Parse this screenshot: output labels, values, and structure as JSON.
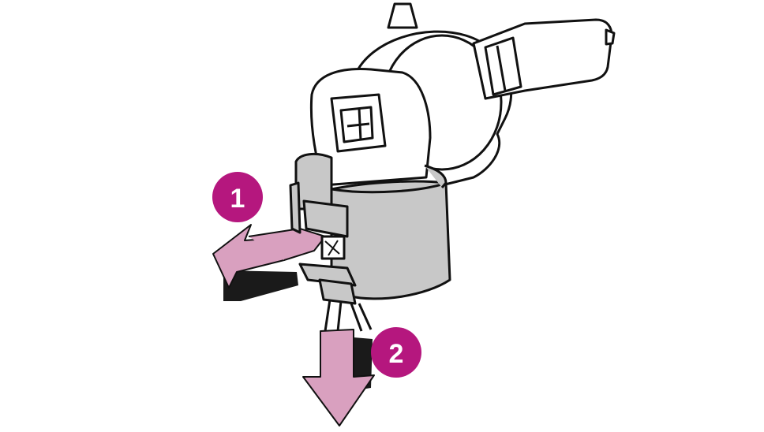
{
  "steps": [
    {
      "number": "1",
      "action": "press-release-tab"
    },
    {
      "number": "2",
      "action": "pull-connector-down"
    }
  ],
  "colors": {
    "badge": "#b5177e",
    "arrow": "#d9a0bf",
    "arrow_shadow": "#1a1a1a",
    "connector": "#c8c8c8",
    "outline": "#111111",
    "background": "#ffffff"
  },
  "icons": {
    "step1_arrow": "arrow-left-icon",
    "step2_arrow": "arrow-down-icon"
  }
}
